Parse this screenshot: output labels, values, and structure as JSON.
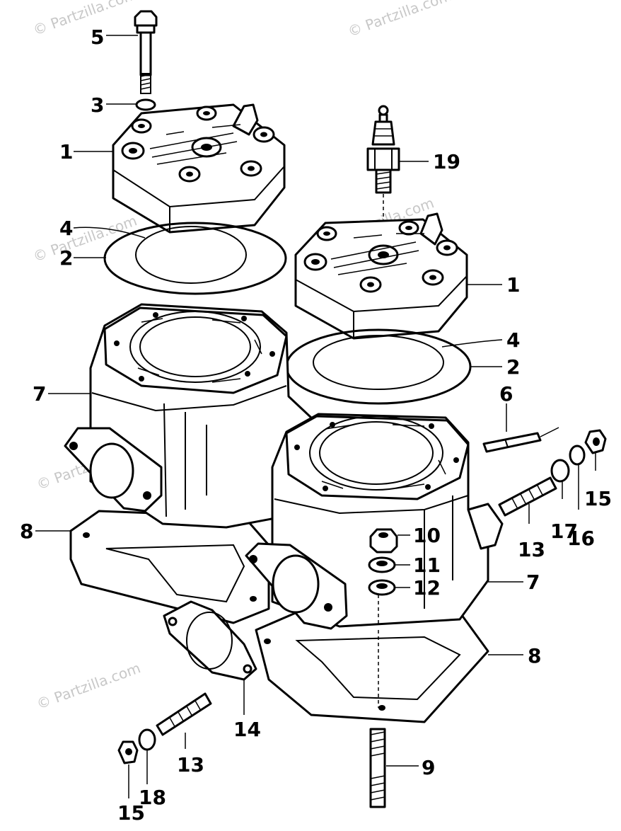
{
  "watermark": "© Partzilla.com",
  "callouts": {
    "c5": "5",
    "c3": "3",
    "c1a": "1",
    "c4a": "4",
    "c2a": "2",
    "c19": "19",
    "c1b": "1",
    "c4b": "4",
    "c2b": "2",
    "c7a": "7",
    "c6": "6",
    "c15a": "15",
    "c17": "17",
    "c16": "16",
    "c13a": "13",
    "c10": "10",
    "c11": "11",
    "c12": "12",
    "c8a": "8",
    "c7b": "7",
    "c8b": "8",
    "c14": "14",
    "c13b": "13",
    "c9": "9",
    "c15b": "15",
    "c18": "18"
  }
}
